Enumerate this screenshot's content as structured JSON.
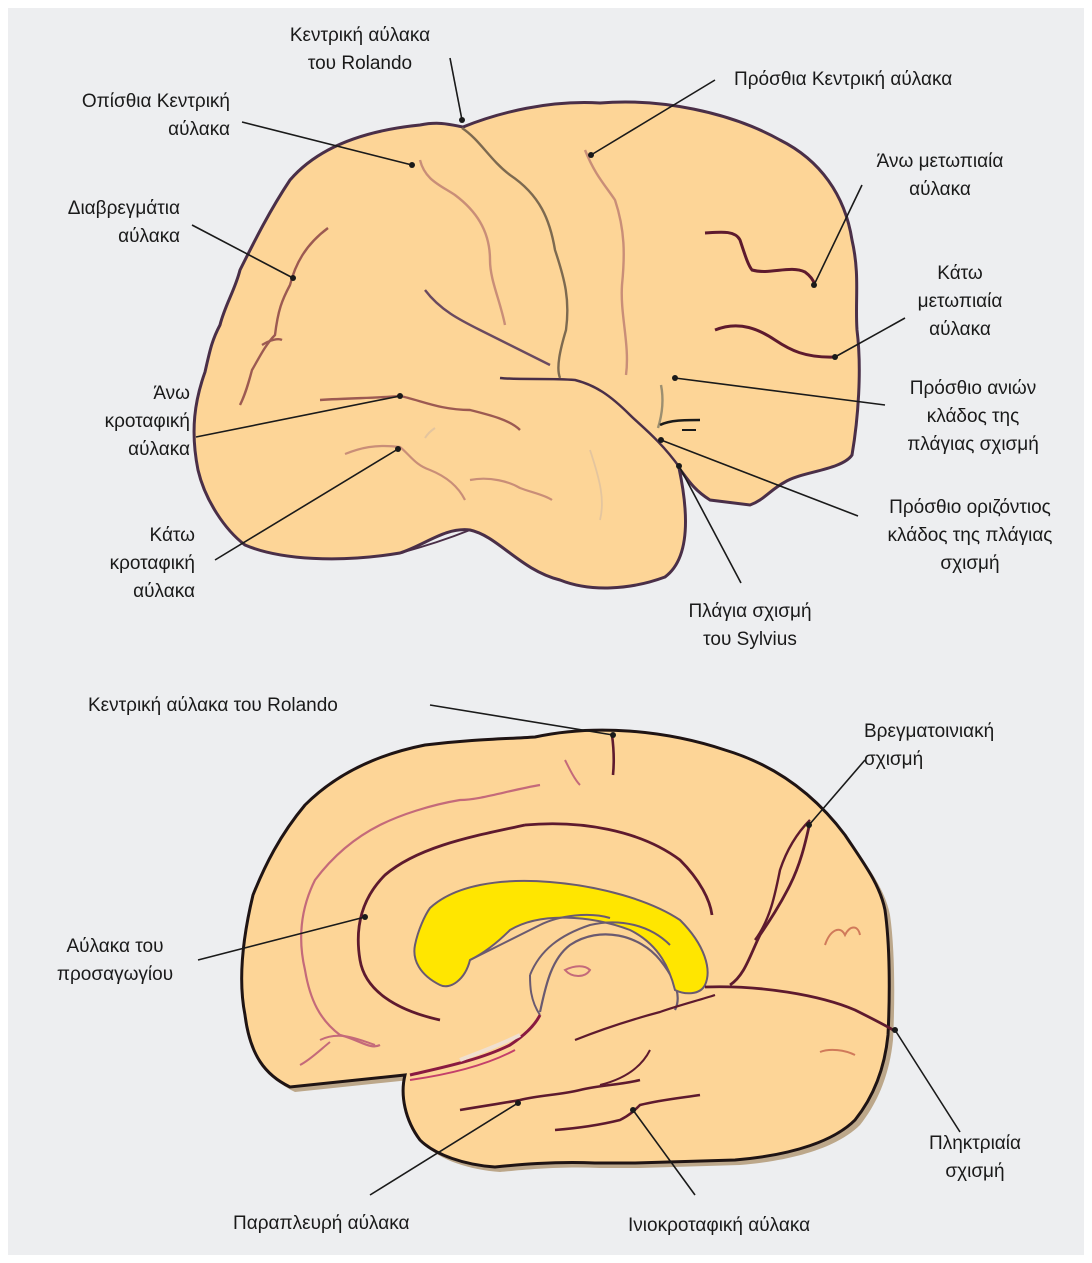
{
  "colors": {
    "background": "#edeef0",
    "brain_fill": "#fdd597",
    "outline": "#4a2f48",
    "sulcus_dark": "#5e1a2e",
    "sulcus_mid": "#9c5a52",
    "sulcus_light": "#c98e78",
    "sulcus_pink": "#c46a7a",
    "corpus_callosum": "#ffe600",
    "leader_line": "#1a1a1a"
  },
  "lateral_view": {
    "labels": {
      "central_sulcus": "Κεντρική αύλακα\nτου Rolando",
      "precentral_sulcus": "Πρόσθια Κεντρική αύλακα",
      "postcentral_sulcus": "Οπίσθια Κεντρική\nαύλακα",
      "superior_frontal_sulcus": "Άνω μετωπιαία\nαύλακα",
      "intraparietal_sulcus": "Διαβρεγμάτια\nαύλακα",
      "inferior_frontal_sulcus": "Κάτω\nμετωπιαία\nαύλακα",
      "ascending_ramus": "Πρόσθιο ανιών\nκλάδος της\nπλάγιας σχισμή",
      "superior_temporal_sulcus": "Άνω\nκροταφική\nαύλακα",
      "horizontal_ramus": "Πρόσθιο οριζόντιος\nκλάδος της πλάγιας\nσχισμή",
      "inferior_temporal_sulcus": "Κάτω\nκροταφική\nαύλακα",
      "lateral_fissure": "Πλάγια σχισμή\nτου Sylvius"
    }
  },
  "medial_view": {
    "labels": {
      "central_sulcus": "Κεντρική αύλακα του Rolando",
      "parieto_occipital_fissure": "Βρεγματοινιακή\nσχισμή",
      "cingulate_sulcus": "Αύλακα του\nπροσαγωγίου",
      "calcarine_fissure": "Πληκτριαία\nσχισμή",
      "collateral_sulcus": "Παραπλευρή αύλακα",
      "occipitotemporal_sulcus": "Ινιοκροταφική αύλακα"
    }
  }
}
